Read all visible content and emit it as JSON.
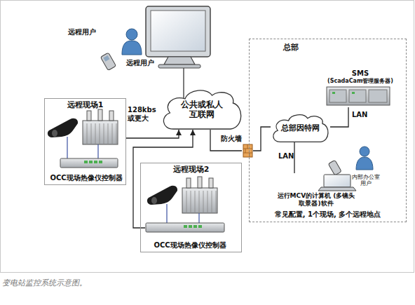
{
  "diagram": {
    "caption": "变电站监控系统示意图。",
    "nodes": [
      {
        "text": [
          "远程用户"
        ]
      },
      {
        "text": [
          "远程用户"
        ]
      },
      {
        "text": [
          "公共或私人 互联网"
        ]
      },
      {
        "text": [
          "远程现场1"
        ]
      },
      {
        "text": [
          "OCC现场热像仪控制器"
        ],
        "in": 3
      },
      {
        "text": [
          "防火墙"
        ]
      },
      {
        "text": [
          "总部",
          "常见配置, 1个现场, 多个远程地点"
        ]
      },
      {
        "text": [
          "SMS",
          "(ScadaCam管理服务器)"
        ],
        "in": 6
      },
      {
        "text": [
          "总部因特网"
        ],
        "in": 6
      },
      {
        "text": [
          "内部办公室用户"
        ],
        "in": 6
      },
      {
        "text": [
          "运行MCV的计算机 (多镜头取景器)软件"
        ],
        "in": 6
      },
      {
        "text": [
          "远程现场2"
        ]
      },
      {
        "text": [
          "OCC现场热像仪控制器"
        ],
        "in": 11
      }
    ],
    "edges": [
      {
        "from": 4,
        "to": 2,
        "arrow": "to",
        "label": "128kbs 或更大"
      },
      {
        "from": 12,
        "to": 2,
        "arrow": "to"
      },
      {
        "from": 2,
        "to": 5,
        "arrow": "none"
      },
      {
        "from": 5,
        "to": 8,
        "arrow": "none"
      },
      {
        "from": 8,
        "to": 7,
        "arrow": "none",
        "label": "LAN"
      },
      {
        "from": 8,
        "to": 10,
        "arrow": "none",
        "label": "LAN"
      }
    ]
  }
}
